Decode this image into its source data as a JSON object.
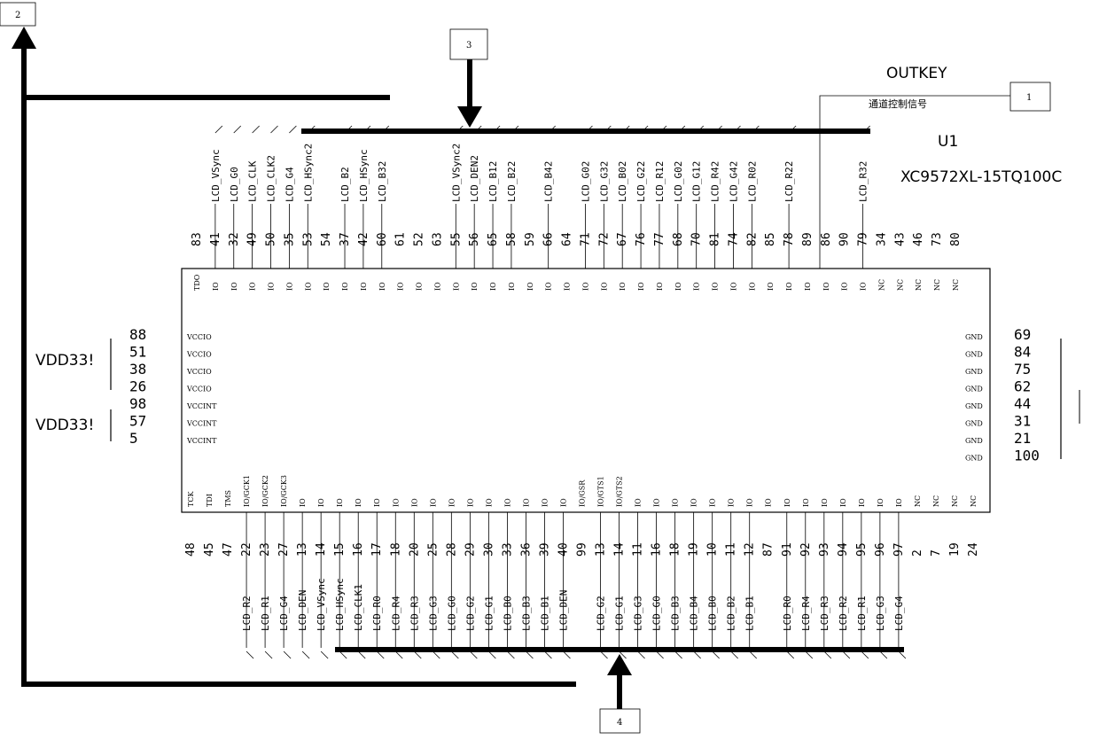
{
  "callouts": {
    "c1": "1",
    "c2": "2",
    "c3": "3",
    "c4": "4"
  },
  "labels": {
    "outkey": "OUTKEY",
    "channel": "通道控制信号",
    "part_ref": "U1",
    "part_no": "XC9572XL-15TQ100C",
    "vdd1": "VDD33!",
    "vdd2": "VDD33!"
  },
  "top_pins": [
    {
      "num": "83",
      "sig": "",
      "type": "TDO"
    },
    {
      "num": "41",
      "sig": "LCD_VSync",
      "type": "IO"
    },
    {
      "num": "32",
      "sig": "LCD_G0",
      "type": "IO"
    },
    {
      "num": "49",
      "sig": "LCD_CLK",
      "type": "IO"
    },
    {
      "num": "50",
      "sig": "LCD_CLK2",
      "type": "IO"
    },
    {
      "num": "35",
      "sig": "LCD_G4",
      "type": "IO"
    },
    {
      "num": "53",
      "sig": "LCD_HSync2",
      "type": "IO"
    },
    {
      "num": "54",
      "sig": "",
      "type": "IO"
    },
    {
      "num": "37",
      "sig": "LCD_B2",
      "type": "IO"
    },
    {
      "num": "42",
      "sig": "LCD_HSync",
      "type": "IO"
    },
    {
      "num": "60",
      "sig": "LCD_B32",
      "type": "IO"
    },
    {
      "num": "61",
      "sig": "",
      "type": "IO"
    },
    {
      "num": "52",
      "sig": "",
      "type": "IO"
    },
    {
      "num": "63",
      "sig": "",
      "type": "IO"
    },
    {
      "num": "55",
      "sig": "LCD_VSync2",
      "type": "IO"
    },
    {
      "num": "56",
      "sig": "LCD_DEN2",
      "type": "IO"
    },
    {
      "num": "65",
      "sig": "LCD_B12",
      "type": "IO"
    },
    {
      "num": "58",
      "sig": "LCD_B22",
      "type": "IO"
    },
    {
      "num": "59",
      "sig": "",
      "type": "IO"
    },
    {
      "num": "66",
      "sig": "LCD_B42",
      "type": "IO"
    },
    {
      "num": "64",
      "sig": "",
      "type": "IO"
    },
    {
      "num": "71",
      "sig": "LCD_G02",
      "type": "IO"
    },
    {
      "num": "72",
      "sig": "LCD_G32",
      "type": "IO"
    },
    {
      "num": "67",
      "sig": "LCD_B02",
      "type": "IO"
    },
    {
      "num": "76",
      "sig": "LCD_G22",
      "type": "IO"
    },
    {
      "num": "77",
      "sig": "LCD_R12",
      "type": "IO"
    },
    {
      "num": "68",
      "sig": "LCD_G02",
      "type": "IO"
    },
    {
      "num": "70",
      "sig": "LCD_G12",
      "type": "IO"
    },
    {
      "num": "81",
      "sig": "LCD_R42",
      "type": "IO"
    },
    {
      "num": "74",
      "sig": "LCD_G42",
      "type": "IO"
    },
    {
      "num": "82",
      "sig": "LCD_R02",
      "type": "IO"
    },
    {
      "num": "85",
      "sig": "",
      "type": "IO"
    },
    {
      "num": "78",
      "sig": "LCD_R22",
      "type": "IO"
    },
    {
      "num": "89",
      "sig": "",
      "type": "IO"
    },
    {
      "num": "86",
      "sig": "",
      "type": "IO"
    },
    {
      "num": "90",
      "sig": "",
      "type": "IO"
    },
    {
      "num": "79",
      "sig": "LCD_R32",
      "type": "IO"
    },
    {
      "num": "34",
      "sig": "",
      "type": "NC"
    },
    {
      "num": "43",
      "sig": "",
      "type": "NC"
    },
    {
      "num": "46",
      "sig": "",
      "type": "NC"
    },
    {
      "num": "73",
      "sig": "",
      "type": "NC"
    },
    {
      "num": "80",
      "sig": "",
      "type": "NC"
    }
  ],
  "bottom_pins": [
    {
      "num": "48",
      "sig": "",
      "type": "TCK"
    },
    {
      "num": "45",
      "sig": "",
      "type": "TDI"
    },
    {
      "num": "47",
      "sig": "",
      "type": "TMS"
    },
    {
      "num": "22",
      "sig": "LCD_R2",
      "type": "IO/GCK1"
    },
    {
      "num": "23",
      "sig": "LCD_R1",
      "type": "IO/GCK2"
    },
    {
      "num": "27",
      "sig": "LCD_G4",
      "type": "IO/GCK3"
    },
    {
      "num": "13",
      "sig": "LCD_DEN",
      "type": "IO"
    },
    {
      "num": "14",
      "sig": "LCD_VSync",
      "type": "IO"
    },
    {
      "num": "15",
      "sig": "LCD_HSync",
      "type": "IO"
    },
    {
      "num": "16",
      "sig": "LCD_CLK1",
      "type": "IO"
    },
    {
      "num": "17",
      "sig": "LCD_R0",
      "type": "IO"
    },
    {
      "num": "18",
      "sig": "LCD_R4",
      "type": "IO"
    },
    {
      "num": "20",
      "sig": "LCD_R3",
      "type": "IO"
    },
    {
      "num": "25",
      "sig": "LCD_G3",
      "type": "IO"
    },
    {
      "num": "28",
      "sig": "LCD_G0",
      "type": "IO"
    },
    {
      "num": "29",
      "sig": "LCD_G2",
      "type": "IO"
    },
    {
      "num": "30",
      "sig": "LCD_G1",
      "type": "IO"
    },
    {
      "num": "33",
      "sig": "LCD_B0",
      "type": "IO"
    },
    {
      "num": "36",
      "sig": "LCD_B3",
      "type": "IO"
    },
    {
      "num": "39",
      "sig": "LCD_B1",
      "type": "IO"
    },
    {
      "num": "40",
      "sig": "LCD_DEN",
      "type": "IO"
    },
    {
      "num": "99",
      "sig": "",
      "type": "IO/GSR"
    },
    {
      "num": "13",
      "sig": "LCD_G2",
      "type": "IO/GTS1"
    },
    {
      "num": "14",
      "sig": "LCD_G1",
      "type": "IO/GTS2"
    },
    {
      "num": "11",
      "sig": "LCD_G3",
      "type": "IO"
    },
    {
      "num": "16",
      "sig": "LCD_G0",
      "type": "IO"
    },
    {
      "num": "18",
      "sig": "LCD_B3",
      "type": "IO"
    },
    {
      "num": "19",
      "sig": "LCD_B4",
      "type": "IO"
    },
    {
      "num": "10",
      "sig": "LCD_B0",
      "type": "IO"
    },
    {
      "num": "11",
      "sig": "LCD_B2",
      "type": "IO"
    },
    {
      "num": "12",
      "sig": "LCD_B1",
      "type": "IO"
    },
    {
      "num": "87",
      "sig": "",
      "type": "IO"
    },
    {
      "num": "91",
      "sig": "LCD_R0",
      "type": "IO"
    },
    {
      "num": "92",
      "sig": "LCD_R4",
      "type": "IO"
    },
    {
      "num": "93",
      "sig": "LCD_R3",
      "type": "IO"
    },
    {
      "num": "94",
      "sig": "LCD_R2",
      "type": "IO"
    },
    {
      "num": "95",
      "sig": "LCD_R1",
      "type": "IO"
    },
    {
      "num": "96",
      "sig": "LCD_G3",
      "type": "IO"
    },
    {
      "num": "97",
      "sig": "LCD_G4",
      "type": "IO"
    },
    {
      "num": "2",
      "sig": "",
      "type": "NC"
    },
    {
      "num": "7",
      "sig": "",
      "type": "NC"
    },
    {
      "num": "19",
      "sig": "",
      "type": "NC"
    },
    {
      "num": "24",
      "sig": "",
      "type": "NC"
    }
  ],
  "left_pins": [
    {
      "num": "88",
      "type": "VCCIO"
    },
    {
      "num": "51",
      "type": "VCCIO"
    },
    {
      "num": "38",
      "type": "VCCIO"
    },
    {
      "num": "26",
      "type": "VCCIO"
    },
    {
      "num": "98",
      "type": "VCCINT"
    },
    {
      "num": "57",
      "type": "VCCINT"
    },
    {
      "num": "5",
      "type": "VCCINT"
    }
  ],
  "right_pins": [
    {
      "num": "69",
      "type": "GND"
    },
    {
      "num": "84",
      "type": "GND"
    },
    {
      "num": "75",
      "type": "GND"
    },
    {
      "num": "62",
      "type": "GND"
    },
    {
      "num": "44",
      "type": "GND"
    },
    {
      "num": "31",
      "type": "GND"
    },
    {
      "num": "21",
      "type": "GND"
    },
    {
      "num": "100",
      "type": "GND"
    }
  ]
}
